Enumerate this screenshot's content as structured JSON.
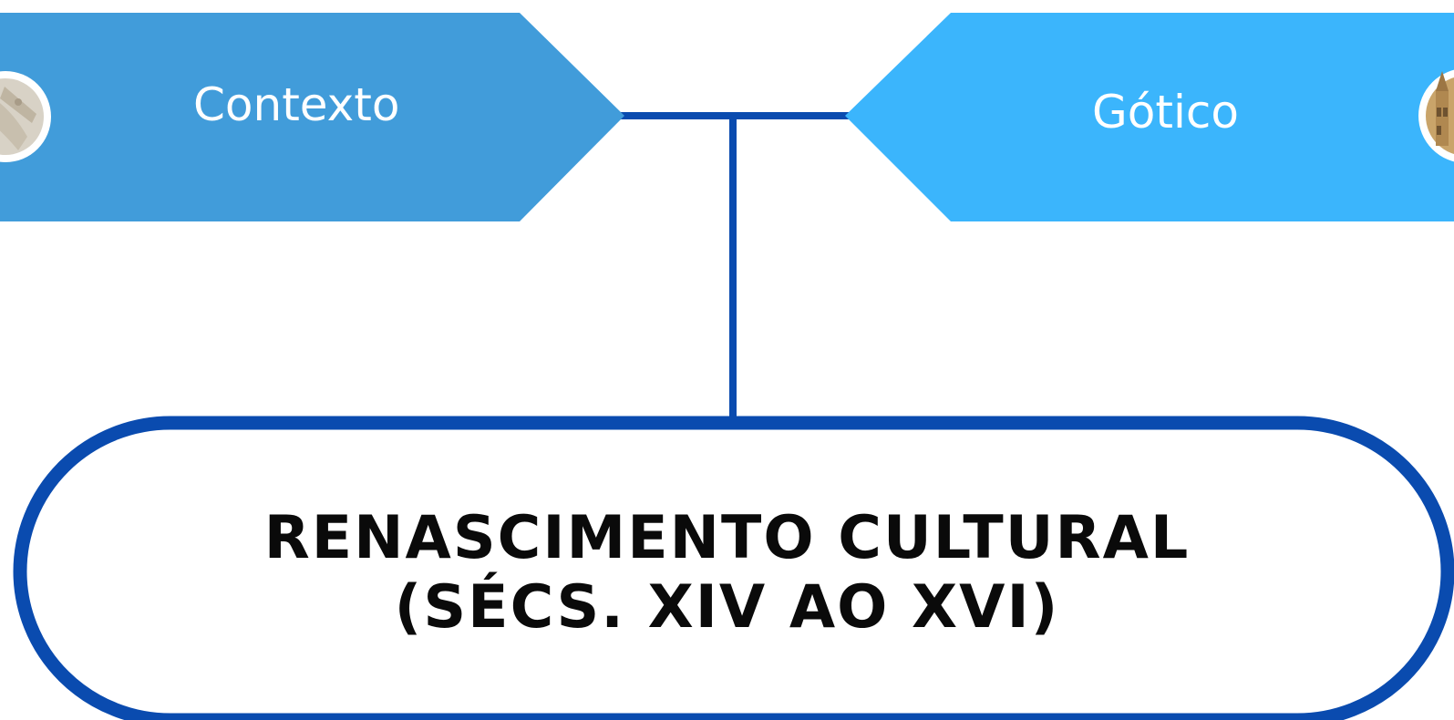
{
  "left_banner": {
    "label": "Contexto",
    "color": "#419cda"
  },
  "right_banner": {
    "label": "Gótico",
    "color": "#3bb5fc"
  },
  "main_node": {
    "line1": "RENASCIMENTO CULTURAL",
    "line2": "(SÉCS. XIV AO XVI)",
    "border_color": "#0a4baf"
  },
  "connector_color": "#0a4baf"
}
